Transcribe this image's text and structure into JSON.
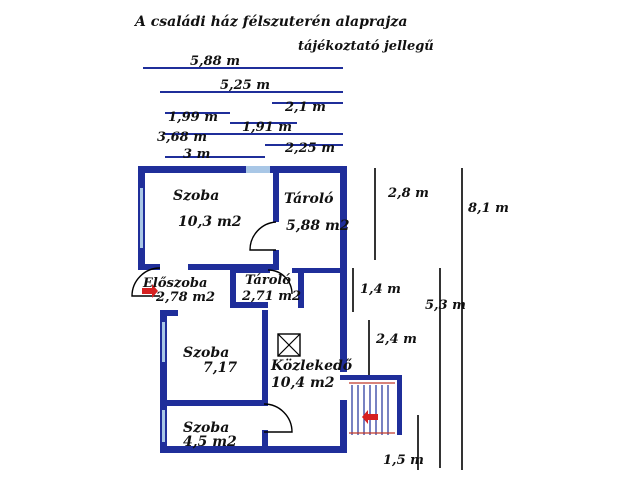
{
  "title": {
    "line1": "A családi ház félszuterén alaprajza",
    "line2": "tájékoztató jellegű"
  },
  "dimensions_top": [
    "5,88 m",
    "5,25 m",
    "2,1 m",
    "1,99 m",
    "1,91 m",
    "3,68 m",
    "2,25 m",
    "3 m"
  ],
  "dimensions_right": [
    "2,8 m",
    "8,1 m",
    "1,4 m",
    "5,3 m",
    "2,4 m",
    "1,5 m"
  ],
  "rooms": [
    {
      "name": "Szoba",
      "area": "10,3 m2"
    },
    {
      "name": "Tároló",
      "area": "5,88 m2"
    },
    {
      "name": "Előszoba",
      "area": "2,78 m2"
    },
    {
      "name": "Tároló",
      "area": "2,71 m2"
    },
    {
      "name": "Szoba",
      "area": "7,17"
    },
    {
      "name": "Közlekedő",
      "area": "10,4 m2"
    },
    {
      "name": "Szoba",
      "area": "4,5 m2"
    }
  ],
  "colors": {
    "wall": "#1f2e9a",
    "window": "#a9c7e6",
    "stair": "#c0392b",
    "entry_arrow": "#d62020"
  }
}
